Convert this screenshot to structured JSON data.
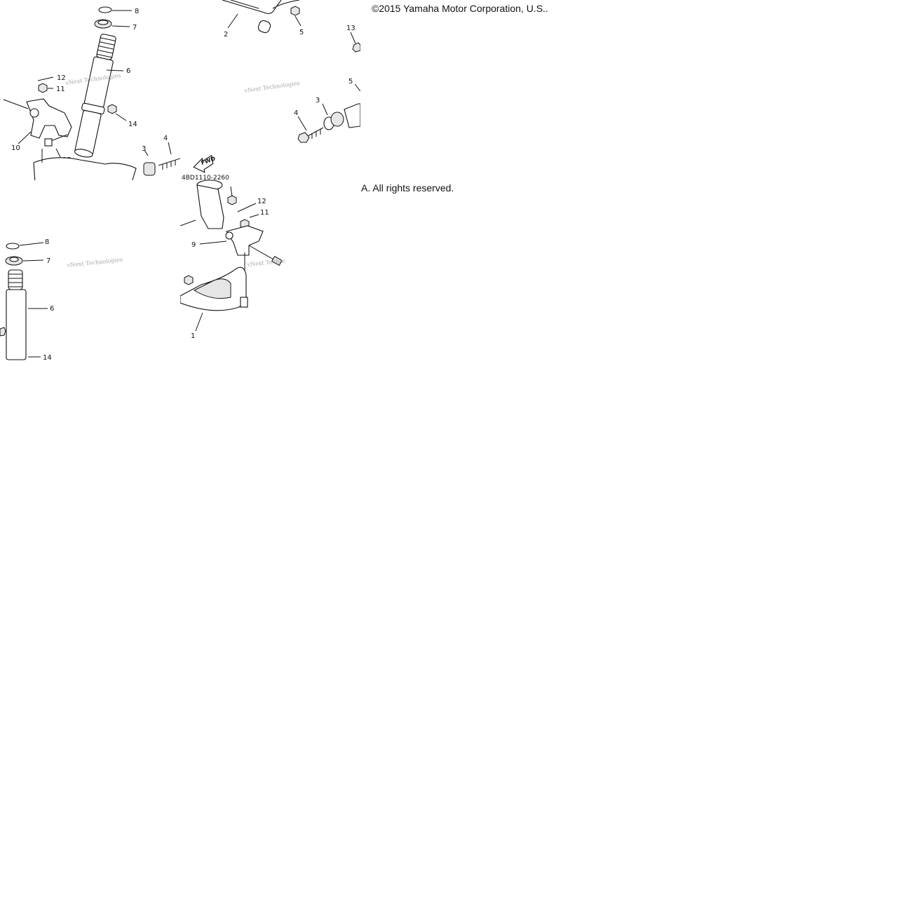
{
  "copyright_line1": "©2015 Yamaha Motor Corporation, U.S..",
  "copyright_line2": "A. All rights reserved.",
  "watermark_text": "vNext Technologies",
  "diagram_code": "4BD1110-2260",
  "fwd_label": "FWD",
  "callouts": {
    "n1": "1",
    "n2": "2",
    "n3": "3",
    "n4": "4",
    "n5": "5",
    "n6": "6",
    "n7": "7",
    "n8": "8",
    "n9": "9",
    "n10": "10",
    "n11": "11",
    "n12": "12",
    "n13": "13",
    "n14": "14"
  }
}
